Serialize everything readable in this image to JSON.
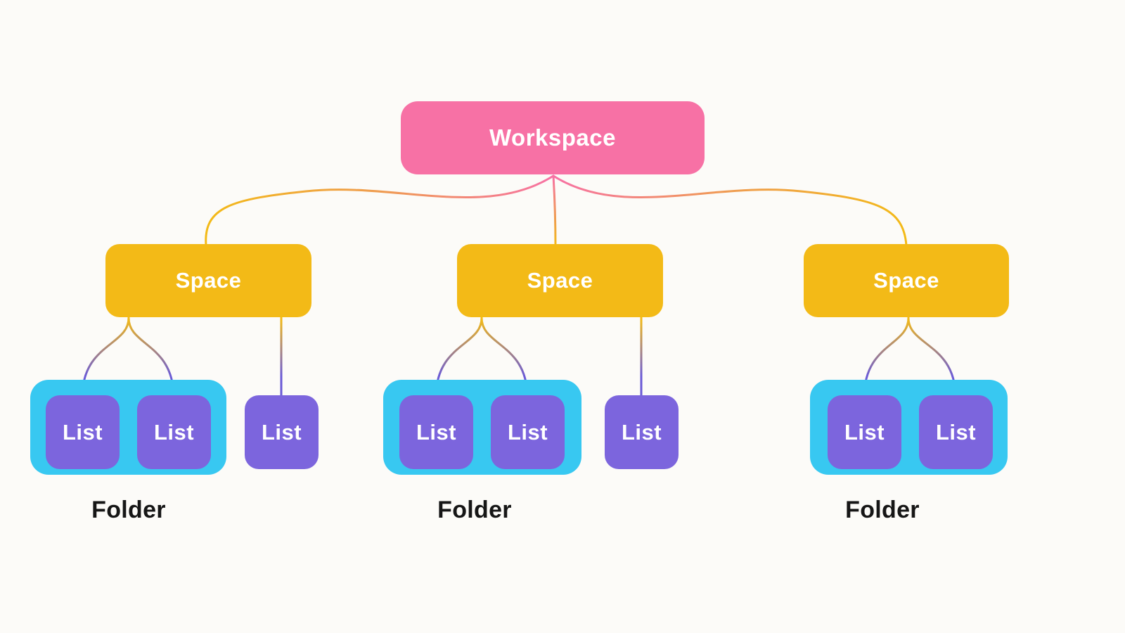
{
  "theme": {
    "bg": "#FCFBF8",
    "workspace_color": "#F771A5",
    "space_color": "#F3BA17",
    "folder_color": "#38C8F1",
    "list_color": "#7C65DD",
    "list_line_color": "#6B5BD6",
    "connector_mid": "#EF9C50",
    "text_color": "#FFFFFF",
    "label_color": "#161616"
  },
  "workspace": {
    "label": "Workspace"
  },
  "groups": [
    {
      "space_label": "Space",
      "folder_label": "Folder",
      "folder_lists": [
        "List",
        "List"
      ],
      "standalone_lists": [
        "List"
      ]
    },
    {
      "space_label": "Space",
      "folder_label": "Folder",
      "folder_lists": [
        "List",
        "List"
      ],
      "standalone_lists": [
        "List"
      ]
    },
    {
      "space_label": "Space",
      "folder_label": "Folder",
      "folder_lists": [
        "List",
        "List"
      ],
      "standalone_lists": []
    }
  ]
}
